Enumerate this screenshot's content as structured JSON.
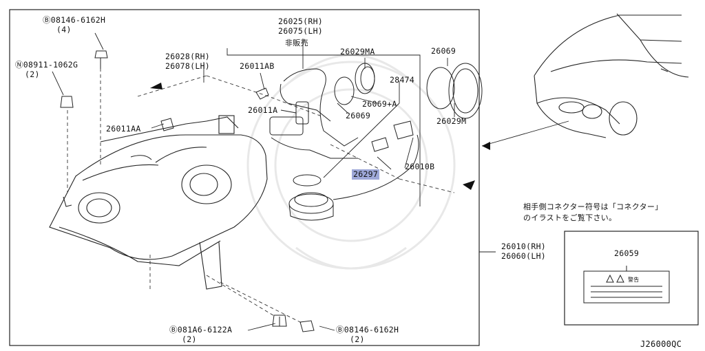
{
  "diagram_code": "J26000QC",
  "labels": {
    "bolt_top": "Ⓑ08146-6162H",
    "bolt_top_qty": "(4)",
    "nut_left": "Ⓝ08911-1062G",
    "nut_left_qty": "(2)",
    "bulb_housing_rh": "26025(RH)",
    "bulb_housing_lh": "26075(LH)",
    "not_for_sale": "非販売",
    "housing_rh": "26028(RH)",
    "housing_lh": "26078(LH)",
    "socket_ab": "26011AB",
    "socket_a": "26011A",
    "socket_aa": "26011AA",
    "cap_ma": "26029MA",
    "ring_a": "26069+A",
    "ring_inner": "26069",
    "harness": "28474",
    "ring_outer": "26069",
    "cap_m": "26029M",
    "ballast_bulb": "26297",
    "cover_b": "26010B",
    "lamp_rh": "26010(RH)",
    "lamp_lh": "26060(LH)",
    "bolt_bottom_left": "Ⓑ081A6-6122A",
    "bolt_bottom_left_qty": "(2)",
    "bolt_bottom_right": "Ⓑ08146-6162H",
    "bolt_bottom_right_qty": "(2)",
    "connector_note_line1": "相手側コネクター符号は「コネクター」",
    "connector_note_line2": "のイラストをご覧下さい。",
    "warning_label_code": "26059",
    "warning_text": "警告"
  },
  "colors": {
    "line": "#1a1a1a",
    "highlight": "#9ea8d8",
    "watermark": "#e6e6e6"
  }
}
